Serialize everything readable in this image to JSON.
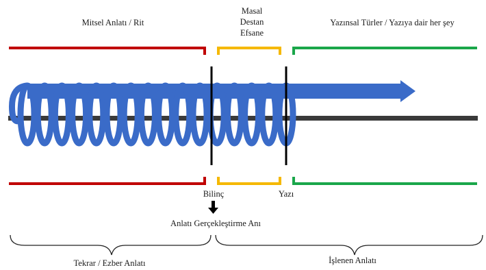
{
  "diagram": {
    "top_labels": {
      "left": "Mitsel Anlatı / Rit",
      "middle_line1": "Masal",
      "middle_line2": "Destan",
      "middle_line3": "Efsane",
      "right": "Yazınsal Türler / Yazıya dair her şey"
    },
    "markers": {
      "bilinc": "Bilinç",
      "yazi": "Yazı",
      "moment": "Anlatı Gerçekleştirme Anı"
    },
    "bottom_labels": {
      "left": "Tekrar / Ezber Anlatı",
      "right": "İşlenen Anlatı"
    },
    "colors": {
      "red": "#c00000",
      "yellow": "#f5b800",
      "green": "#1aa64a",
      "blue": "#3a6bc8",
      "axis": "#3a3a3a"
    },
    "coil_turns": 16
  }
}
